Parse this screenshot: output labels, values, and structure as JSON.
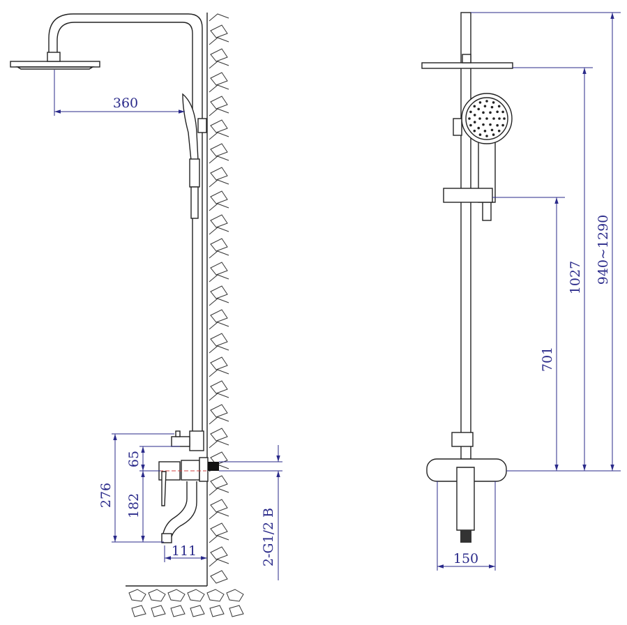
{
  "title": "Shower system dimension drawing",
  "side_view": {
    "shower_arm_reach": "360",
    "diverter_offset": "65",
    "total_height_to_spout": "276",
    "spout_height": "182",
    "spout_projection": "111",
    "connection_thread": "2-G1/2 B"
  },
  "front_view": {
    "mixer_width": "150",
    "slide_bracket_height": "701",
    "head_height": "1027",
    "riser_height_range": "940~1290"
  },
  "colors": {
    "dimension": "#2a2a8a",
    "outline": "#222222",
    "centerline": "#d04040"
  }
}
